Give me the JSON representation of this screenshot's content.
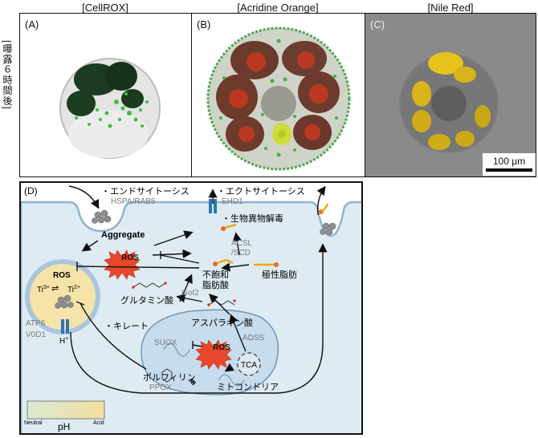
{
  "headers": {
    "a": "[CellROX]",
    "b": "[Acridine Orange]",
    "c": "[Nile Red]"
  },
  "side_label": "[曝露６時間後]",
  "panels": {
    "a": "(A)",
    "b": "(B)",
    "c": "(C)",
    "d": "(D)"
  },
  "scale_bar": "100 μm",
  "diagram": {
    "endocytosis": "・エンドサイトーシス",
    "endocytosis_genes": "HSPA/RAB5",
    "exocytosis": "・エクトサイトーシス",
    "exocytosis_gene": "EHD1",
    "detox": "・生物異物解毒",
    "aggregate": "Aggregate",
    "ros": "ROS",
    "acsl": "ACSL",
    "scd": "/SCD",
    "polar_lipid": "極性脂肪",
    "unsat_line1": "不飽和",
    "unsat_line2": "脂肪酸",
    "got2": "Got2",
    "glutamate": "グルタミン酸",
    "aspartate": "アスパラギン酸",
    "adss": "ADSS",
    "chelate": "・キレート",
    "suox": "SUOX",
    "tca": "TCA",
    "porphyrin": "ポルフィリン",
    "ppox": "PPOX",
    "mitochondria": "ミトコンドリア",
    "ti3": "Ti",
    "ti3_sup": "3+",
    "ti2": "Ti",
    "ti2_sup": "2+",
    "atp6": "ATP6",
    "v0d1": "V0D1",
    "hplus": "H",
    "hplus_sup": "+",
    "ph": "pH",
    "neutral": "Neutral",
    "acid": "Acid"
  },
  "colors": {
    "ros_fill": "#e8472b",
    "cytoplasm": "#deebf3",
    "lysosome": "#f6e3a7",
    "mito_fill": "#c7dced",
    "transporter": "#2e74b5",
    "lipid": "#f0a81a",
    "gray_text": "#7b7b7b"
  }
}
